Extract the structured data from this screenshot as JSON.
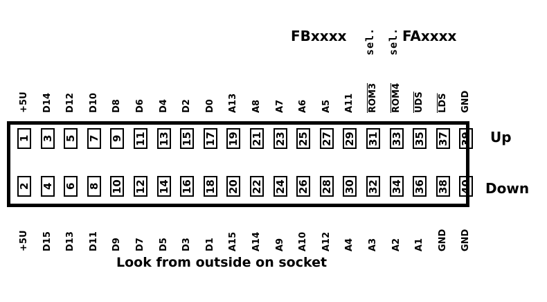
{
  "headers": {
    "fb": "FBxxxx",
    "fa": "FAxxxx",
    "sel1": "sel.",
    "sel2": "sel."
  },
  "top_labels": [
    {
      "text": "+5U"
    },
    {
      "text": "D14"
    },
    {
      "text": "D12"
    },
    {
      "text": "D10"
    },
    {
      "text": "D8"
    },
    {
      "text": "D6"
    },
    {
      "text": "D4"
    },
    {
      "text": "D2"
    },
    {
      "text": "D0"
    },
    {
      "text": "A13"
    },
    {
      "text": "A8"
    },
    {
      "text": "A7"
    },
    {
      "text": "A6"
    },
    {
      "text": "A5"
    },
    {
      "text": "A11"
    },
    {
      "text": "ROM3",
      "overline": true
    },
    {
      "text": "ROM4",
      "overline": true
    },
    {
      "text": "UDS",
      "overline": true
    },
    {
      "text": "LDS",
      "overline": true
    },
    {
      "text": "GND"
    }
  ],
  "bottom_labels": [
    {
      "text": "+5U"
    },
    {
      "text": "D15"
    },
    {
      "text": "D13"
    },
    {
      "text": "D11"
    },
    {
      "text": "D9"
    },
    {
      "text": "D7"
    },
    {
      "text": "D5"
    },
    {
      "text": "D3"
    },
    {
      "text": "D1"
    },
    {
      "text": "A15"
    },
    {
      "text": "A14"
    },
    {
      "text": "A9"
    },
    {
      "text": "A10"
    },
    {
      "text": "A12"
    },
    {
      "text": "A4"
    },
    {
      "text": "A3"
    },
    {
      "text": "A2"
    },
    {
      "text": "A1"
    },
    {
      "text": "GND"
    },
    {
      "text": "GND"
    }
  ],
  "up_pins": [
    "1",
    "3",
    "5",
    "7",
    "9",
    "11",
    "13",
    "15",
    "17",
    "19",
    "21",
    "23",
    "25",
    "27",
    "29",
    "31",
    "33",
    "35",
    "37",
    "39"
  ],
  "down_pins": [
    "2",
    "4",
    "6",
    "8",
    "10",
    "12",
    "14",
    "16",
    "18",
    "20",
    "22",
    "24",
    "26",
    "28",
    "30",
    "32",
    "34",
    "36",
    "38",
    "40"
  ],
  "side_labels": {
    "up": "Up",
    "down": "Down"
  },
  "caption": "Look from outside on socket"
}
